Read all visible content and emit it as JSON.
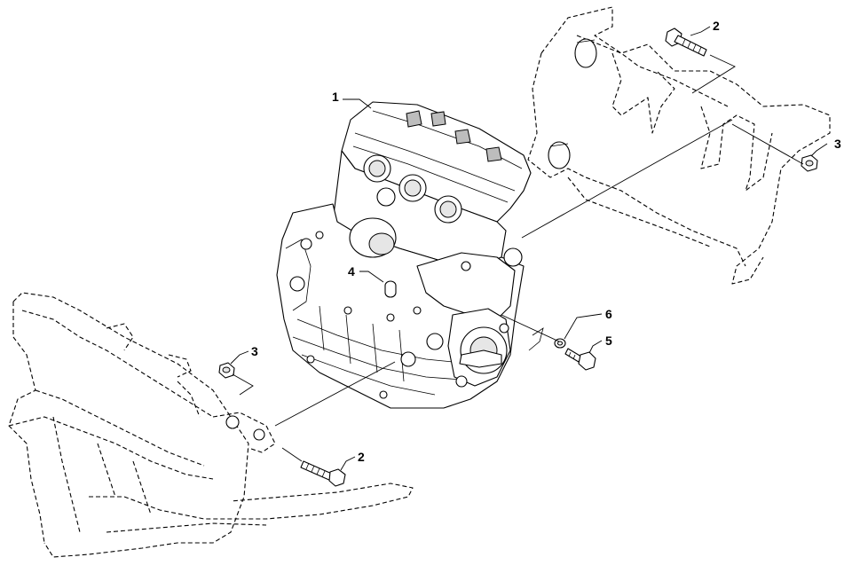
{
  "callouts": [
    {
      "id": "engine",
      "label": "1"
    },
    {
      "id": "bolt-upper",
      "label": "2"
    },
    {
      "id": "nut-upper",
      "label": "3"
    },
    {
      "id": "spacer",
      "label": "4"
    },
    {
      "id": "bolt-side",
      "label": "5"
    },
    {
      "id": "washer",
      "label": "6"
    },
    {
      "id": "nut-lower",
      "label": "3"
    },
    {
      "id": "bolt-lower",
      "label": "2"
    }
  ]
}
